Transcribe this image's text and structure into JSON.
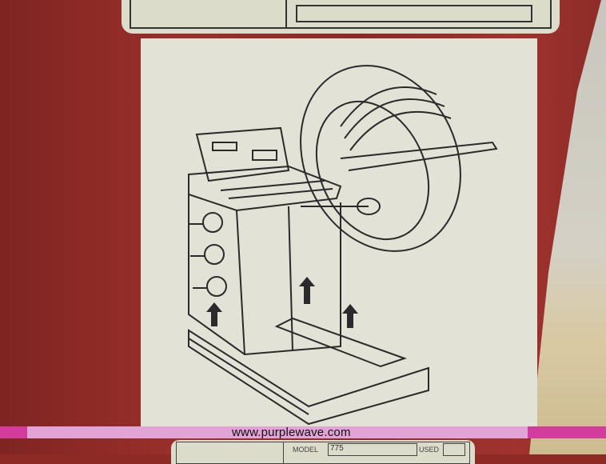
{
  "watermark": {
    "text": "www.purplewave.com"
  },
  "bottom_label": {
    "model_label": "MODEL",
    "model_value": "775",
    "used_label": "USED"
  },
  "illustration": {
    "subject": "wheel balancer machine lifted onto pallet with tire mounted",
    "arrows": 3
  },
  "colors": {
    "cabinet_red": "#8e2a26",
    "sticker": "#e2e2d6",
    "watermark_band": "#d23c9c",
    "line_art": "#2a2a2a"
  }
}
